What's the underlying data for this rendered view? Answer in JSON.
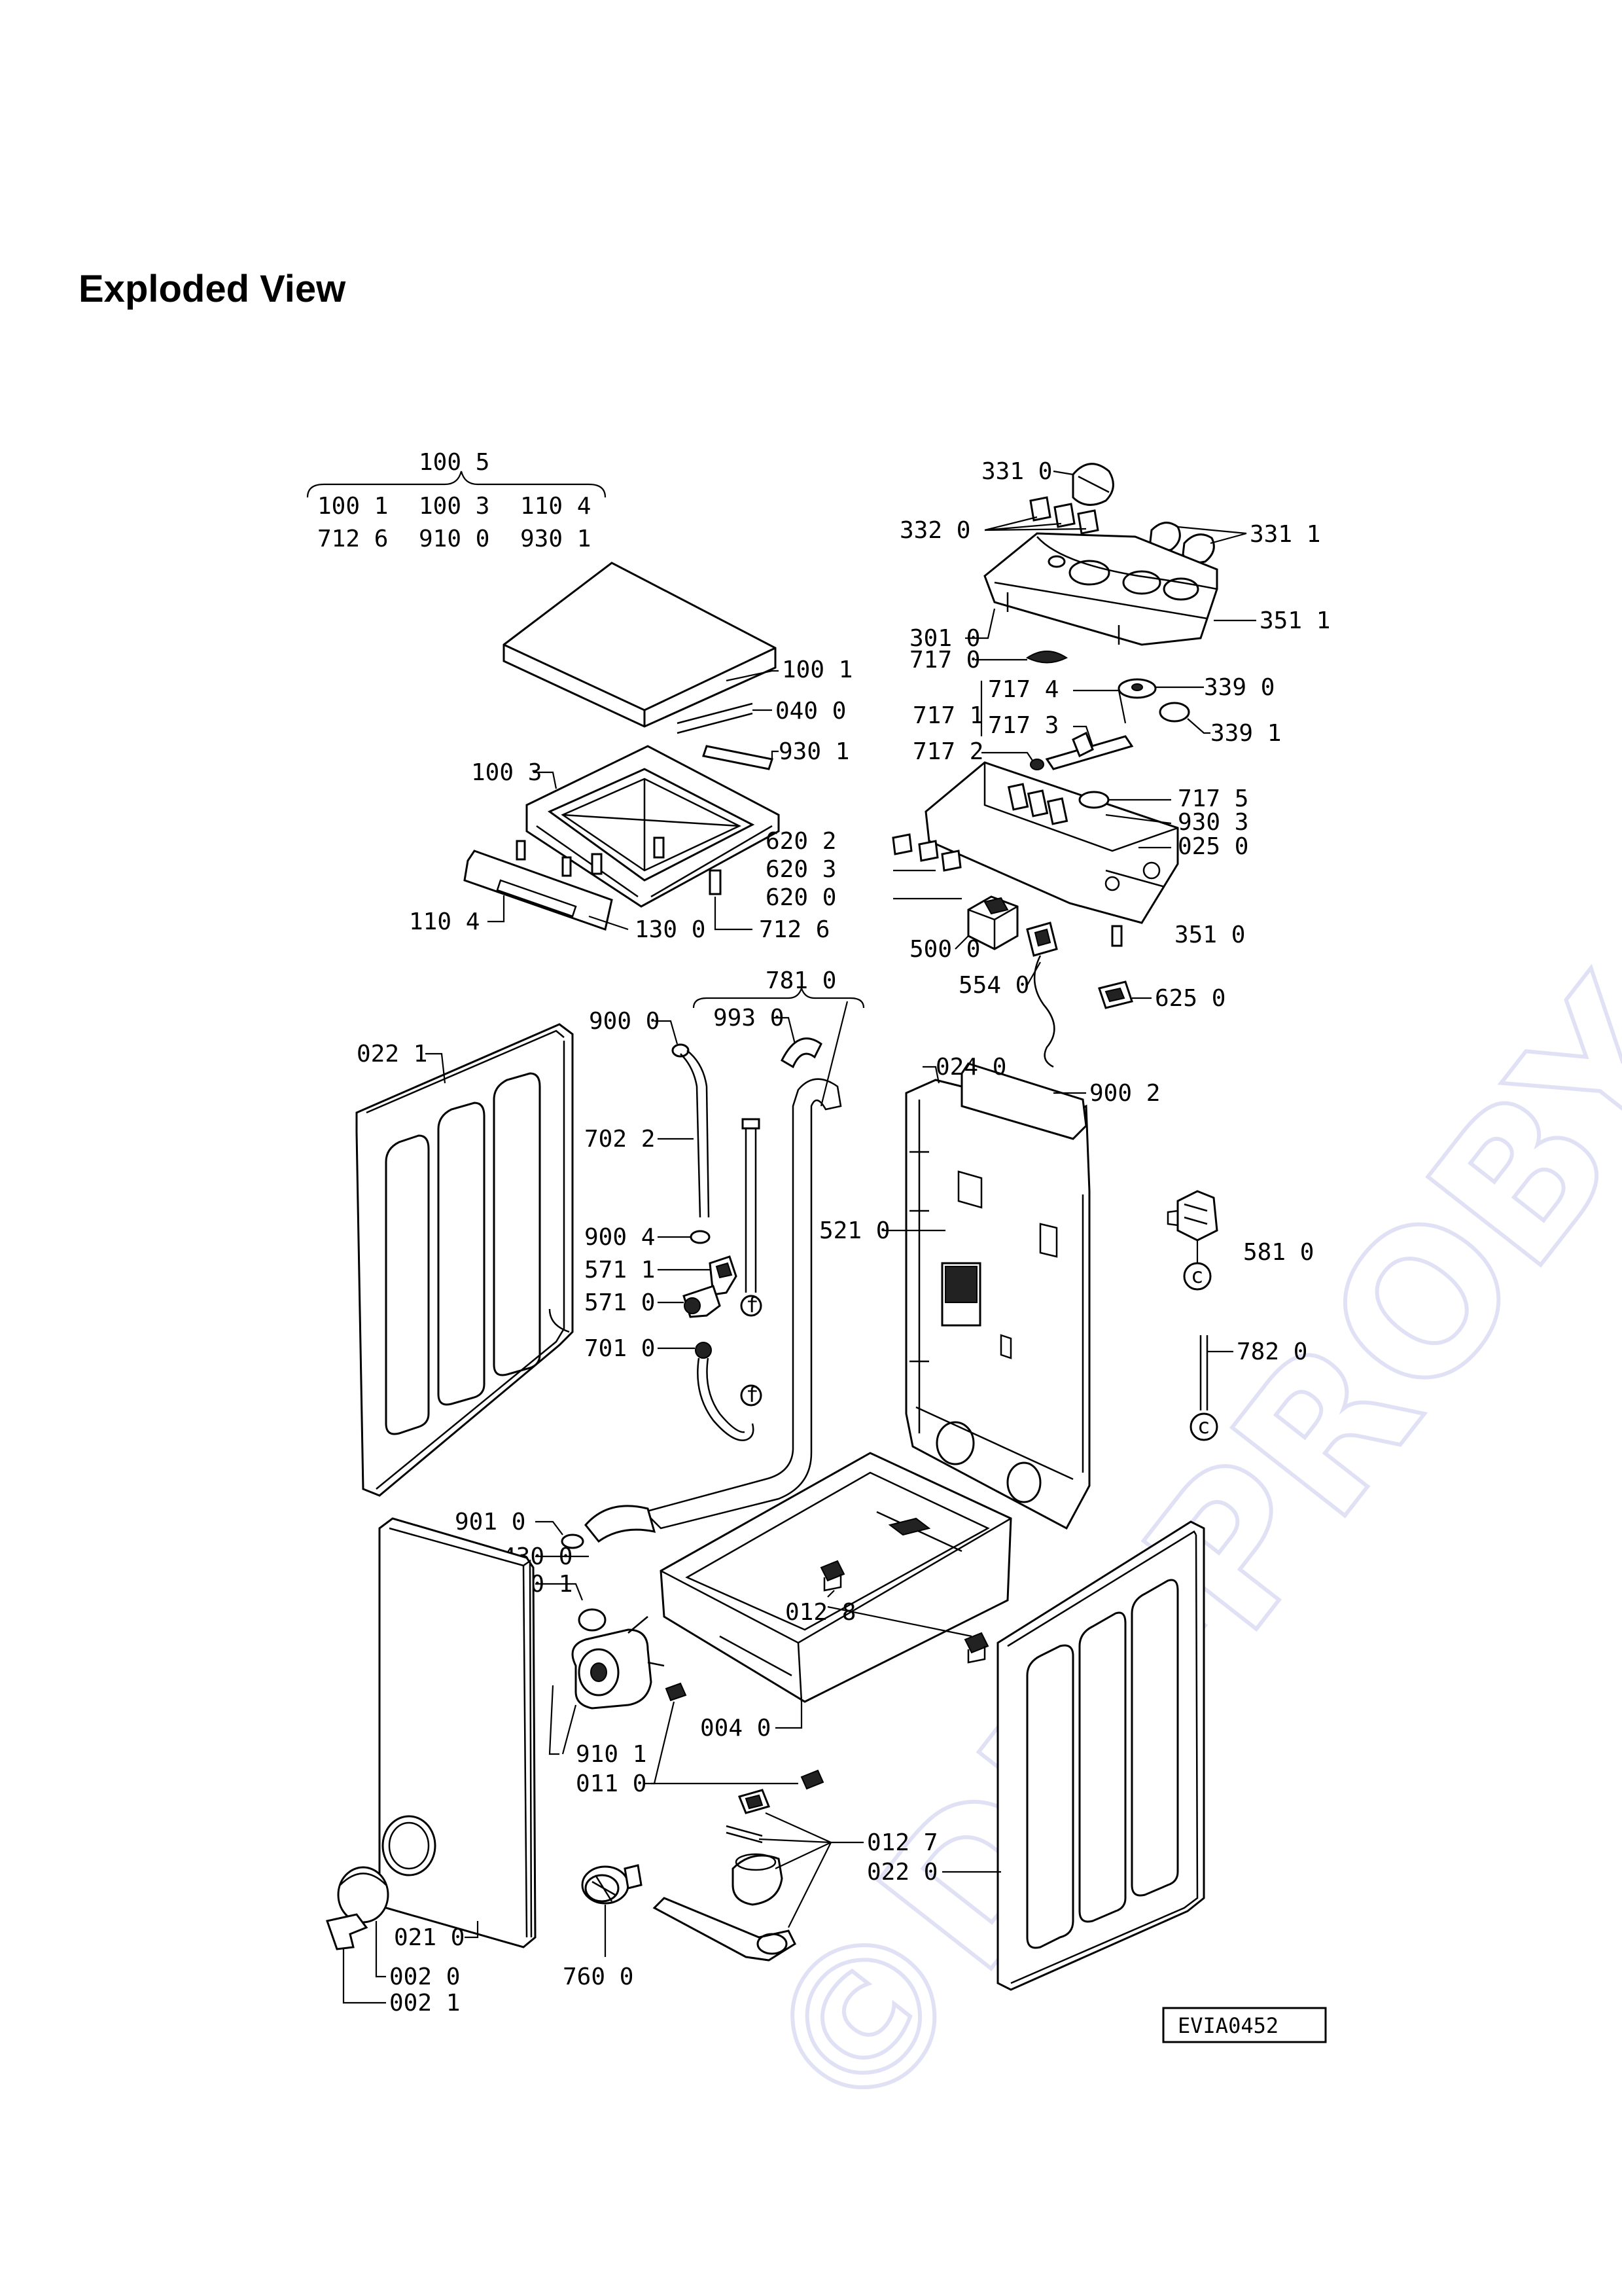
{
  "page": {
    "title": "Exploded View"
  },
  "watermark": {
    "text": "©DIY-PROBY.cz",
    "color": "#c9c9ee"
  },
  "reference_code": "EVIA0452",
  "groups": [
    {
      "id": "g1005",
      "label": "100 5",
      "rows": [
        [
          "100 1",
          "100 3",
          "110 4"
        ],
        [
          "712 6",
          "910 0",
          "930 1"
        ]
      ]
    }
  ],
  "labels": {
    "l1001": "100 1",
    "l0400": "040 0",
    "l9301": "930 1",
    "l1003": "100 3",
    "l6202": "620 2",
    "l6203": "620 3",
    "l6200": "620 0",
    "l1104": "110 4",
    "l1300": "130 0",
    "l7126": "712 6",
    "l3310": "331 0",
    "l3320": "332 0",
    "l3311": "331 1",
    "l3010": "301 0",
    "l3511": "351 1",
    "l7170": "717 0",
    "l7174": "717 4",
    "l3390": "339 0",
    "l7171": "717 1",
    "l7173": "717 3",
    "l3391": "339 1",
    "l7172": "717 2",
    "l7175": "717 5",
    "l9303": "930 3",
    "l0250": "025 0",
    "l3510": "351 0",
    "l5000": "500 0",
    "l5540": "554 0",
    "l6250": "625 0",
    "l7810": "781 0",
    "l9930": "993 0",
    "l9000": "900 0",
    "l0221": "022 1",
    "l7022": "702 2",
    "l0240": "024 0",
    "l9002": "900 2",
    "l9004": "900 4",
    "l5210": "521 0",
    "l5711": "571 1",
    "l5710": "571 0",
    "l5810": "581 0",
    "l7010": "701 0",
    "l7820": "782 0",
    "l9010": "901 0",
    "l4300": "430 0",
    "l9001": "900 1",
    "l0128": "012 8",
    "l0040": "004 0",
    "l9101": "910 1",
    "l0110": "011 0",
    "l0127": "012 7",
    "l0220": "022 0",
    "l0210": "021 0",
    "l0020": "002 0",
    "l0021": "002 1",
    "l7600": "760 0"
  },
  "connectors": {
    "f": "f",
    "c": "c"
  }
}
